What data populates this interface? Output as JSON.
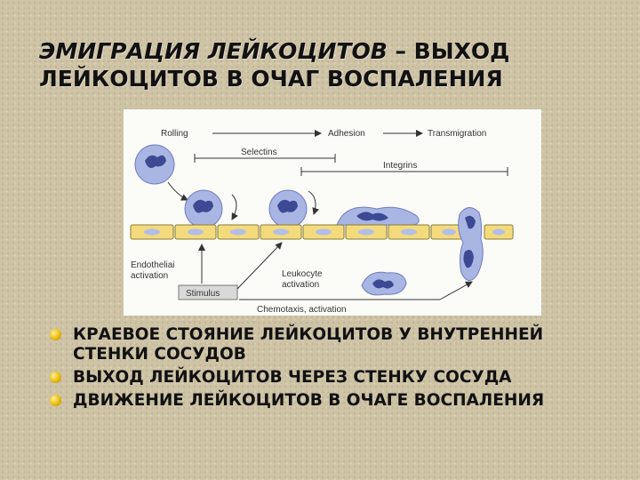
{
  "title": {
    "italic_part": "ЭМИГРАЦИЯ ЛЕЙКОЦИТОВ",
    "dash": " – ",
    "regular_part_line1": "ВЫХОД",
    "line2": "ЛЕЙКОЦИТОВ В ОЧАГ ВОСПАЛЕНИЯ"
  },
  "figure": {
    "labels": {
      "rolling": "Rolling",
      "adhesion": "Adhesion",
      "transmigration": "Transmigration",
      "selectins": "Selectins",
      "integrins": "Integrins",
      "endothelial_1": "Endotheliai",
      "endothelial_2": "activation",
      "leukocyte_1": "Leukocyte",
      "leukocyte_2": "activation",
      "stimulus": "Stimulus",
      "chemotaxis": "Chemotaxis, activation"
    },
    "colors": {
      "cell_fill": "#a9b6e4",
      "nucleus": "#3d4a93",
      "endothelium": "#f3db7c",
      "endothelium_nucleus": "#b3bde8"
    }
  },
  "bullets": [
    "КРАЕВОЕ СТОЯНИЕ ЛЕЙКОЦИТОВ У ВНУТРЕННЕЙ СТЕНКИ СОСУДОВ",
    "ВЫХОД ЛЕЙКОЦИТОВ ЧЕРЕЗ СТЕНКУ СОСУДА",
    "ДВИЖЕНИЕ ЛЕЙКОЦИТОВ В ОЧАГЕ ВОСПАЛЕНИЯ"
  ]
}
